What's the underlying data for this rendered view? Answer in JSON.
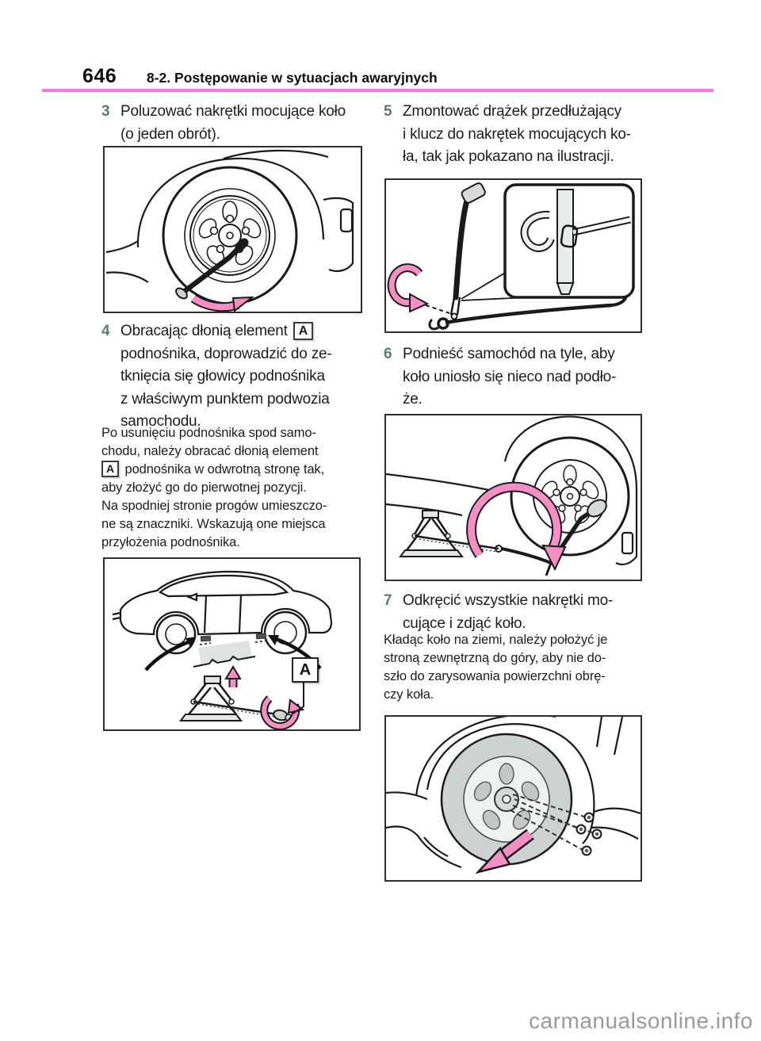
{
  "page": {
    "number": "646",
    "section_title": "8-2. Postępowanie w sytuacjach awaryjnych",
    "watermark": "carmanualsonline.info"
  },
  "colors": {
    "header_rule_pink": "#f277e4",
    "step_number_teal": "#567c7c",
    "figure_arrow_pink": "#f48fc6",
    "watermark_gray": "#9a9a9a"
  },
  "marker_label": "A",
  "left_column": {
    "step3": {
      "number": "3",
      "lines": [
        "Poluzować nakrętki mocujące koło",
        "(o jeden obrót)."
      ]
    },
    "step4": {
      "number": "4",
      "line1_pre": "Obracając dłonią element",
      "lines_rest": [
        "podnośnika, doprowadzić do ze-",
        "tknięcia się głowicy podnośnika",
        "z właściwym punktem podwozia",
        "samochodu."
      ]
    },
    "note_fold": {
      "lines_before": [
        "Po usunięciu podnośnika spod samo-",
        "chodu, należy obracać dłonią element"
      ],
      "line_with_marker": "podnośnika w odwrotną stronę tak,",
      "line_after": "aby złożyć go do pierwotnej pozycji."
    },
    "note_marks": {
      "lines": [
        "Na spodniej stronie progów umieszczo-",
        "ne są znaczniki. Wskazują one miejsca",
        "przyłożenia podnośnika."
      ]
    }
  },
  "right_column": {
    "step5": {
      "number": "5",
      "lines": [
        "Zmontować drążek przedłużający",
        "i klucz do nakrętek mocujących ko-",
        "ła, tak jak pokazano na ilustracji."
      ]
    },
    "step6": {
      "number": "6",
      "lines": [
        "Podnieść samochód na tyle, aby",
        "koło uniosło się nieco nad podło-",
        "że."
      ]
    },
    "step7": {
      "number": "7",
      "lines": [
        "Odkręcić wszystkie nakrętki mo-",
        "cujące i zdjąć koło."
      ]
    },
    "note_wheel": {
      "lines": [
        "Kładąc koło na ziemi, należy położyć je",
        "stroną zewnętrzną do góry, aby nie do-",
        "szło do zarysowania powierzchni obrę-",
        "czy koła."
      ]
    }
  }
}
